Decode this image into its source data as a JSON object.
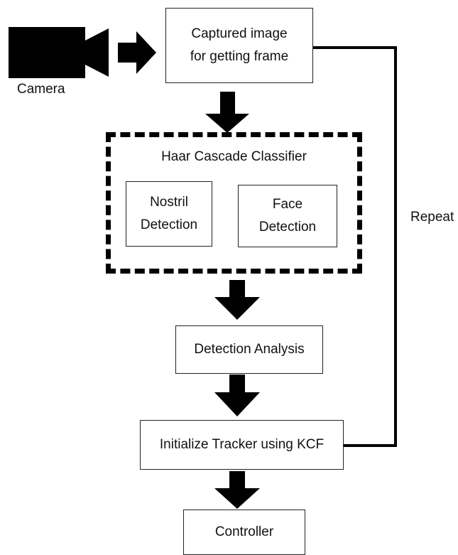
{
  "nodes": {
    "captured": "Captured image\nfor getting frame",
    "haar_title": "Haar Cascade Classifier",
    "nostril": "Nostril\nDetection",
    "face": "Face\nDetection",
    "analysis": "Detection Analysis",
    "tracker": "Initialize Tracker using KCF",
    "controller": "Controller"
  },
  "labels": {
    "camera": "Camera",
    "repeat": "Repeat"
  },
  "icons": {
    "camera": "video-camera-icon"
  },
  "colors": {
    "ink": "#000000",
    "border": "#222222"
  }
}
